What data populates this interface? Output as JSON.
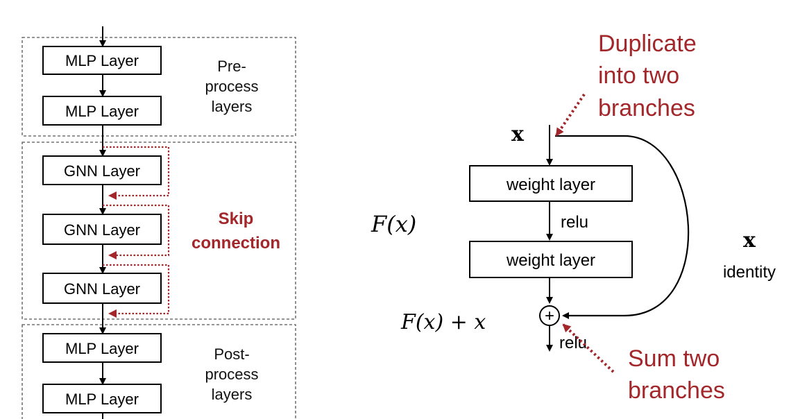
{
  "left_panel": {
    "pre_layers": [
      "MLP Layer",
      "MLP Layer"
    ],
    "pre_label": [
      "Pre-",
      "process",
      "layers"
    ],
    "gnn_layers": [
      "GNN Layer",
      "GNN Layer",
      "GNN Layer"
    ],
    "skip_label": [
      "Skip",
      "connection"
    ],
    "post_layers": [
      "MLP Layer",
      "MLP Layer"
    ],
    "post_label": [
      "Post-",
      "process",
      "layers"
    ]
  },
  "right_panel": {
    "x_input": "x",
    "weight_layer_1": "weight layer",
    "weight_layer_2": "weight layer",
    "relu_middle": "relu",
    "relu_bottom": "relu",
    "fx_label": "F(x)",
    "fx_plus_x_label": "F(x) + x",
    "identity_x": "x",
    "identity_label": "identity",
    "sum_symbol": "+"
  },
  "annotations": {
    "duplicate": [
      "Duplicate",
      "into two",
      "branches"
    ],
    "sum": [
      "Sum two",
      "branches"
    ]
  },
  "colors": {
    "accent_red": "#a3262a",
    "line": "#000000",
    "dashed_border": "#555555"
  }
}
